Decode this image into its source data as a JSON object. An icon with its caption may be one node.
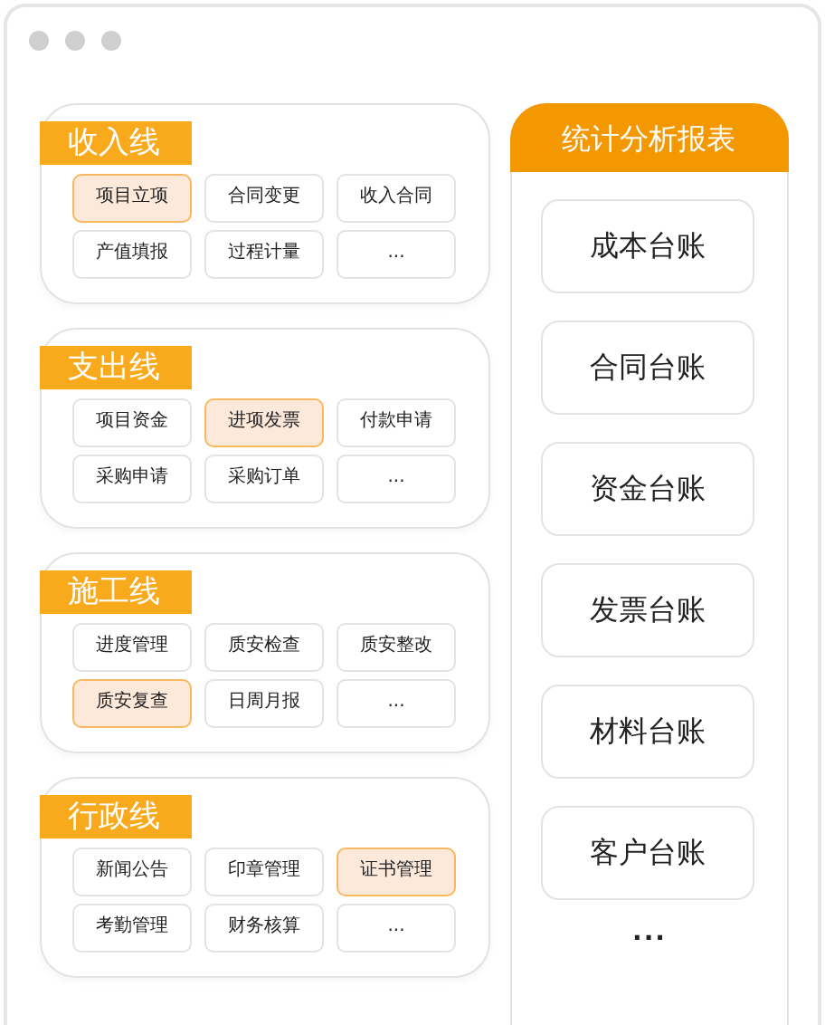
{
  "diagram": {
    "nodes": [
      {
        "text": [
          "收入线"
        ]
      },
      {
        "text": [
          "项目立项"
        ],
        "in": 0
      },
      {
        "text": [
          "合同变更"
        ],
        "in": 0
      },
      {
        "text": [
          "收入合同"
        ],
        "in": 0
      },
      {
        "text": [
          "产值填报"
        ],
        "in": 0
      },
      {
        "text": [
          "过程计量"
        ],
        "in": 0
      },
      {
        "text": [
          "..."
        ],
        "in": 0
      },
      {
        "text": [
          "支出线"
        ]
      },
      {
        "text": [
          "项目资金"
        ],
        "in": 7
      },
      {
        "text": [
          "进项发票"
        ],
        "in": 7
      },
      {
        "text": [
          "付款申请"
        ],
        "in": 7
      },
      {
        "text": [
          "采购申请"
        ],
        "in": 7
      },
      {
        "text": [
          "采购订单"
        ],
        "in": 7
      },
      {
        "text": [
          "..."
        ],
        "in": 7
      },
      {
        "text": [
          "施工线"
        ]
      },
      {
        "text": [
          "进度管理"
        ],
        "in": 14
      },
      {
        "text": [
          "质安检查"
        ],
        "in": 14
      },
      {
        "text": [
          "质安整改"
        ],
        "in": 14
      },
      {
        "text": [
          "质安复查"
        ],
        "in": 14
      },
      {
        "text": [
          "日周月报"
        ],
        "in": 14
      },
      {
        "text": [
          "..."
        ],
        "in": 14
      },
      {
        "text": [
          "行政线"
        ]
      },
      {
        "text": [
          "新闻公告"
        ],
        "in": 21
      },
      {
        "text": [
          "印章管理"
        ],
        "in": 21
      },
      {
        "text": [
          "证书管理"
        ],
        "in": 21
      },
      {
        "text": [
          "考勤管理"
        ],
        "in": 21
      },
      {
        "text": [
          "财务核算"
        ],
        "in": 21
      },
      {
        "text": [
          "..."
        ],
        "in": 21
      },
      {
        "text": [
          "统计分析报表"
        ]
      },
      {
        "text": [
          "成本台账"
        ],
        "in": 28
      },
      {
        "text": [
          "合同台账"
        ],
        "in": 28
      },
      {
        "text": [
          "资金台账"
        ],
        "in": 28
      },
      {
        "text": [
          "发票台账"
        ],
        "in": 28
      },
      {
        "text": [
          "材料台账"
        ],
        "in": 28
      },
      {
        "text": [
          "客户台账"
        ],
        "in": 28
      }
    ],
    "labels": [
      "..."
    ]
  }
}
